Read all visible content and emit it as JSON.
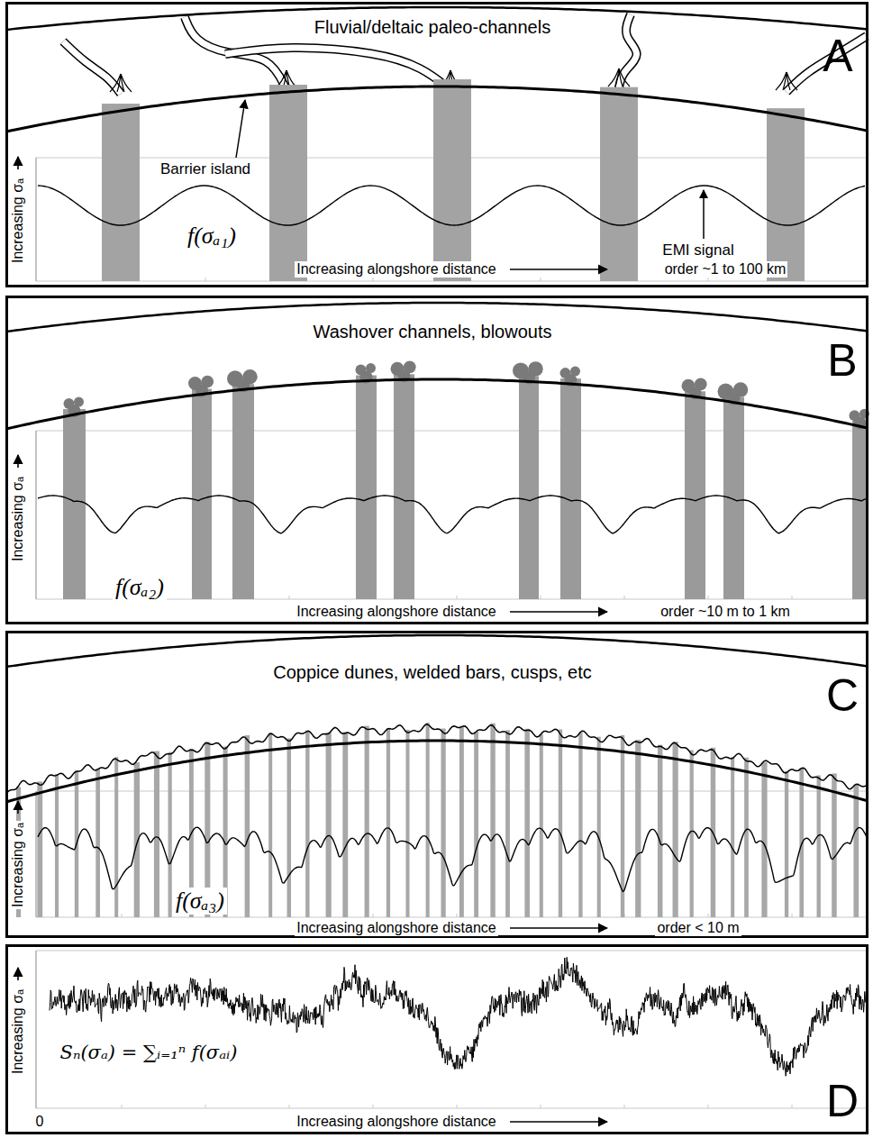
{
  "diagram": {
    "nodes": [
      {
        "text": [
          "Fluvial/deltaic paleo-channels",
          "A",
          "Barrier island",
          "Increasing σₐ",
          "f(σₐ₁)",
          "EMI signal",
          "Increasing alongshore distance",
          "order ~1 to 100 km"
        ]
      },
      {
        "text": [
          "Washover channels, blowouts",
          "B",
          "Increasing σₐ",
          "f(σₐ₂)",
          "Increasing alongshore distance",
          "order ~10 m to 1 km"
        ]
      },
      {
        "text": [
          "Coppice dunes, welded bars, cusps, etc",
          "C",
          "Increasing σₐ",
          "f(σₐ₃)",
          "Increasing alongshore distance",
          "order < 10 m"
        ]
      },
      {
        "text": [
          "Increasing σₐ",
          "Sₙ(σₐ) = ∑ᵢ₌₁ⁿ f(σₐᵢ)",
          "D",
          "0",
          "Increasing alongshore distance"
        ]
      }
    ]
  }
}
